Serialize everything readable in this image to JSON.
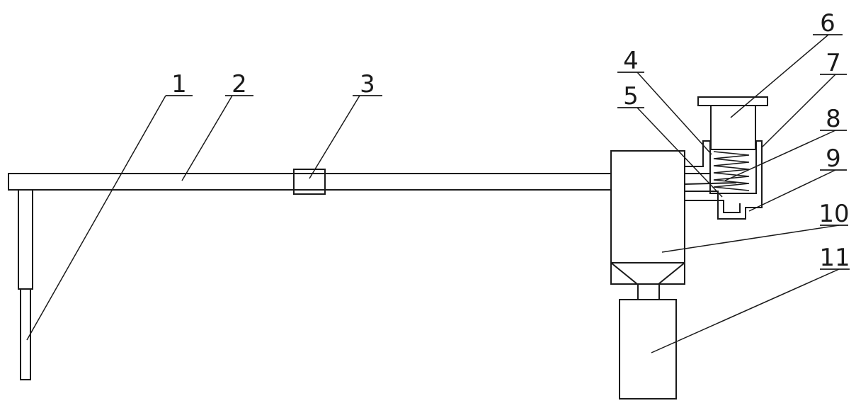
{
  "diagram": {
    "stroke_color": "#1a1a1a",
    "background": "#ffffff",
    "parts": [
      {
        "id": "1",
        "label": "1"
      },
      {
        "id": "2",
        "label": "2"
      },
      {
        "id": "3",
        "label": "3"
      },
      {
        "id": "4",
        "label": "4"
      },
      {
        "id": "5",
        "label": "5"
      },
      {
        "id": "6",
        "label": "6"
      },
      {
        "id": "7",
        "label": "7"
      },
      {
        "id": "8",
        "label": "8"
      },
      {
        "id": "9",
        "label": "9"
      },
      {
        "id": "10",
        "label": "10"
      },
      {
        "id": "11",
        "label": "11"
      }
    ]
  }
}
